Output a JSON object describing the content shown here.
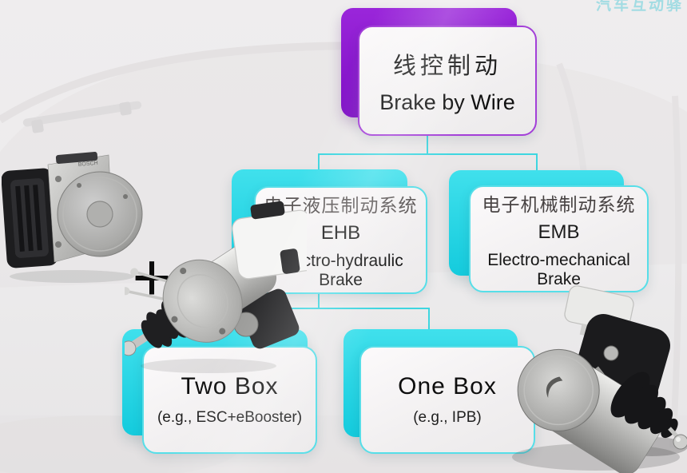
{
  "watermark": "汽车互动驿",
  "root": {
    "zh": "线控制动",
    "en": "Brake by Wire"
  },
  "branches": {
    "ehb": {
      "zh": "电子液压制动系统",
      "abbr": "EHB",
      "en": "Electro-hydraulic Brake"
    },
    "emb": {
      "zh": "电子机械制动系统",
      "abbr": "EMB",
      "en": "Electro-mechanical Brake"
    }
  },
  "variants": {
    "two_box": {
      "title": "Two Box",
      "example": "(e.g., ESC+eBooster)"
    },
    "one_box": {
      "title": "One Box",
      "example": "(e.g., IPB)"
    }
  },
  "operator": {
    "plus": "+"
  },
  "images": {
    "esc_unit": {
      "name": "esc-hydraulic-unit",
      "brand_label": "BOSCH"
    },
    "ebooster": {
      "name": "ebooster-with-master-cylinder"
    },
    "emb_actuator": {
      "name": "emb-brake-actuator"
    }
  },
  "colors": {
    "accent_cyan": "#1fd4e4",
    "accent_purple": "#8a16cf",
    "connector_line": "#3ed6e0",
    "box_background": "#f7f5f6",
    "text": "#141414"
  }
}
